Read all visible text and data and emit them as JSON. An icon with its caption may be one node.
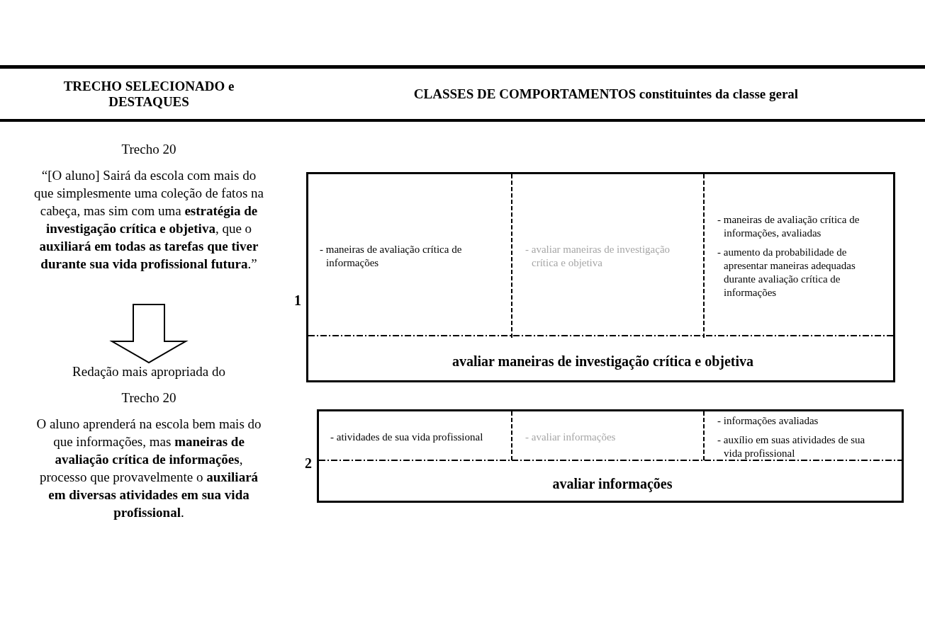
{
  "diagram": {
    "nodes": [
      {
        "text": [
          "Trecho 20",
          "“[O aluno] Sairá da escola com mais do que simplesmente uma coleção de fatos na cabeça, mas sim com uma **estratégia de investigação crítica e objetiva**, que o **auxiliará em todas as tarefas que tiver durante sua vida profissional futura**.”"
        ]
      },
      {
        "text": [
          "Redação mais apropriada do",
          "Trecho 20",
          "O aluno aprenderá na escola bem mais do que informações, mas **maneiras de avaliação crítica de informações**, processo que provavelmente o **auxiliará em diversas atividades em sua vida profissional**."
        ]
      },
      {
        "text": [],
        "shape": "box",
        "beside": [
          "1"
        ]
      },
      {
        "text": [
          "- maneiras de avaliação crítica de informações"
        ],
        "in": 2
      },
      {
        "text": [
          "- avaliar maneiras de investigação crítica e objetiva"
        ],
        "in": 2
      },
      {
        "text": [
          "- maneiras de avaliação crítica de informações, avaliadas",
          "- aumento da probabilidade de apresentar maneiras adequadas durante avaliação crítica de informações"
        ],
        "in": 2
      },
      {
        "text": [
          "avaliar maneiras de investigação crítica e objetiva"
        ],
        "in": 2
      },
      {
        "text": [],
        "shape": "box",
        "beside": [
          "2"
        ]
      },
      {
        "text": [
          "- atividades de sua vida profissional"
        ],
        "in": 7
      },
      {
        "text": [
          "- avaliar informações"
        ],
        "in": 7
      },
      {
        "text": [
          "- informações avaliadas",
          "- auxílio em suas atividades de sua vida profissional"
        ],
        "in": 7
      },
      {
        "text": [
          "avaliar informações"
        ],
        "in": 7
      }
    ],
    "edges": [
      {
        "from": 0,
        "to": 1,
        "arrow": "to"
      }
    ],
    "labels": [
      "TRECHO SELECIONADO e DESTAQUES",
      "CLASSES DE COMPORTAMENTOS constituintes da classe geral"
    ]
  }
}
